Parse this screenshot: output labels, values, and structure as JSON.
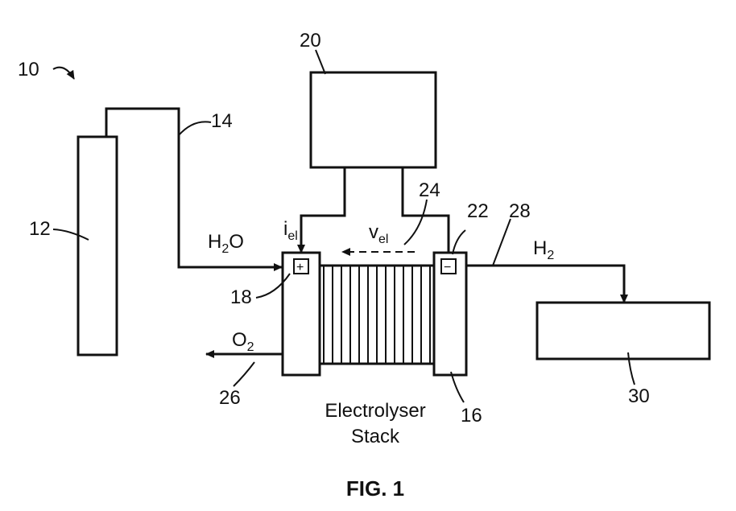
{
  "figure": {
    "caption": "FIG. 1",
    "refs": {
      "system": "10",
      "water_tank": "12",
      "water_line": "14",
      "stack": "16",
      "anode_terminal": "18",
      "power_supply": "20",
      "cathode_terminal": "22",
      "voltage_sense": "24",
      "oxygen_outlet": "26",
      "hydrogen_line": "28",
      "hydrogen_storage": "30"
    },
    "labels": {
      "water": "H",
      "water_sub": "2",
      "water_end": "O",
      "current": "i",
      "current_sub": "el",
      "voltage": "v",
      "voltage_sub": "el",
      "hydrogen": "H",
      "hydrogen_sub": "2",
      "oxygen": "O",
      "oxygen_sub": "2",
      "stack_line1": "Electrolyser",
      "stack_line2": "Stack",
      "plus": "+",
      "minus": "−"
    }
  }
}
